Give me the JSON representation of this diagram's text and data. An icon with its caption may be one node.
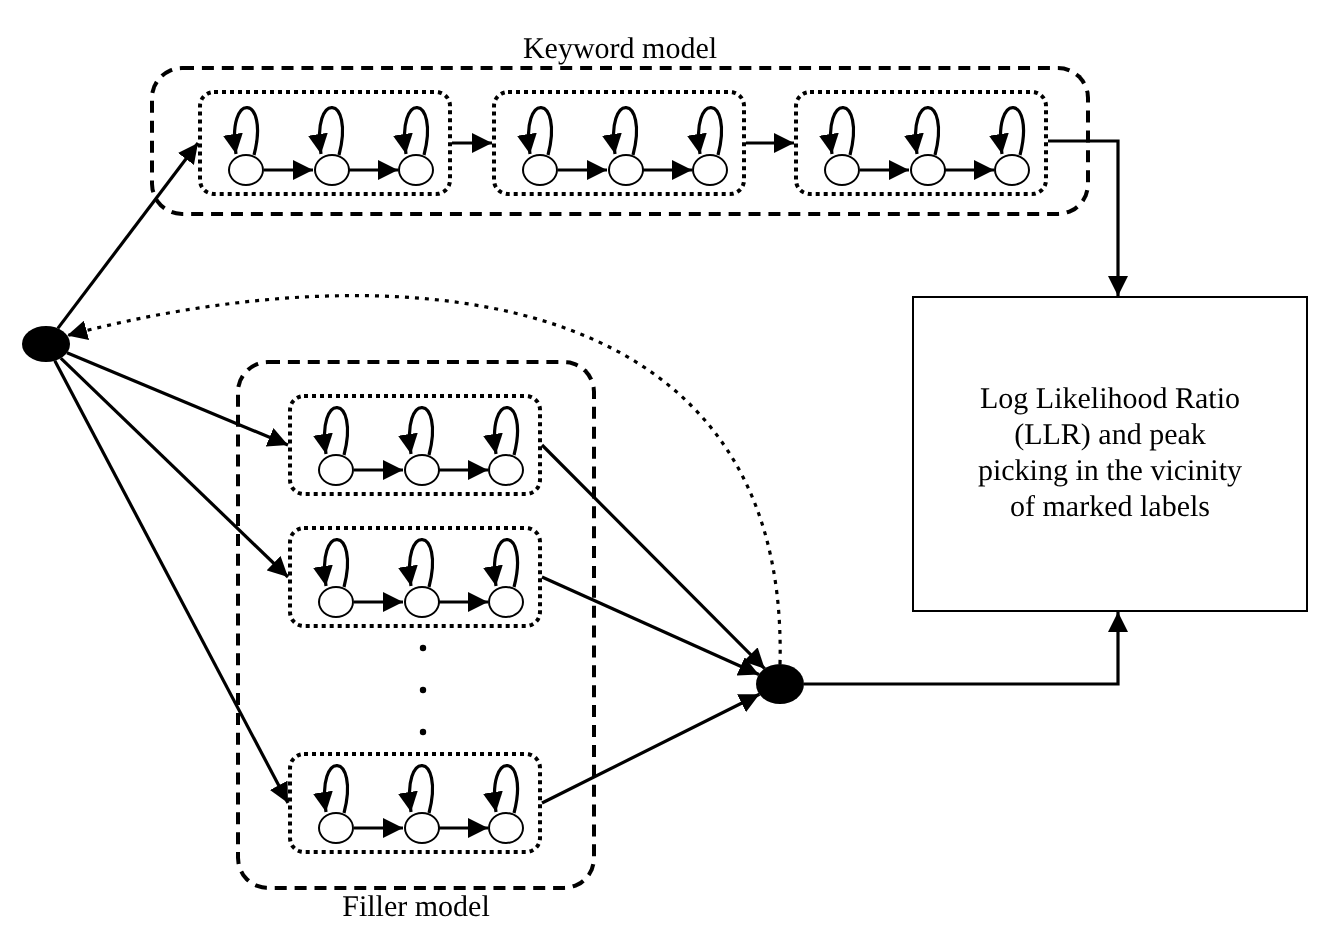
{
  "diagram": {
    "nodes": [
      {
        "text": [
          "Keyword model"
        ]
      },
      {
        "text": [],
        "shape": "box",
        "in": 0
      },
      {
        "text": [],
        "shape": "box",
        "in": 0
      },
      {
        "text": [],
        "shape": "box",
        "in": 0
      },
      {
        "text": [],
        "shape": "circle",
        "in": 1
      },
      {
        "text": [],
        "shape": "circle",
        "in": 1
      },
      {
        "text": [],
        "shape": "circle",
        "in": 1
      },
      {
        "text": [],
        "shape": "circle",
        "in": 2
      },
      {
        "text": [],
        "shape": "circle",
        "in": 2
      },
      {
        "text": [],
        "shape": "circle",
        "in": 2
      },
      {
        "text": [],
        "shape": "circle",
        "in": 3
      },
      {
        "text": [],
        "shape": "circle",
        "in": 3
      },
      {
        "text": [],
        "shape": "circle",
        "in": 3
      },
      {
        "text": [],
        "shape": "circle"
      },
      {
        "text": [
          "Filler model"
        ]
      },
      {
        "text": [],
        "shape": "box",
        "in": 14
      },
      {
        "text": [],
        "shape": "box",
        "in": 14
      },
      {
        "text": [],
        "shape": "box",
        "in": 14
      },
      {
        "text": [],
        "shape": "circle",
        "in": 15
      },
      {
        "text": [],
        "shape": "circle",
        "in": 15
      },
      {
        "text": [],
        "shape": "circle",
        "in": 15
      },
      {
        "text": [],
        "shape": "circle",
        "in": 16
      },
      {
        "text": [],
        "shape": "circle",
        "in": 16
      },
      {
        "text": [],
        "shape": "circle",
        "in": 16
      },
      {
        "text": [],
        "shape": "circle",
        "in": 17
      },
      {
        "text": [],
        "shape": "circle",
        "in": 17
      },
      {
        "text": [],
        "shape": "circle",
        "in": 17
      },
      {
        "text": [],
        "shape": "circle"
      },
      {
        "text": [
          "Log Likelihood Ratio (LLR) and peak picking in the vicinity of marked labels"
        ]
      }
    ],
    "edges": [
      {
        "from": 4,
        "to": 4,
        "arrow": "to"
      },
      {
        "from": 5,
        "to": 5,
        "arrow": "to"
      },
      {
        "from": 6,
        "to": 6,
        "arrow": "to"
      },
      {
        "from": 4,
        "to": 5,
        "arrow": "to"
      },
      {
        "from": 5,
        "to": 6,
        "arrow": "to"
      },
      {
        "from": 7,
        "to": 7,
        "arrow": "to"
      },
      {
        "from": 8,
        "to": 8,
        "arrow": "to"
      },
      {
        "from": 9,
        "to": 9,
        "arrow": "to"
      },
      {
        "from": 7,
        "to": 8,
        "arrow": "to"
      },
      {
        "from": 8,
        "to": 9,
        "arrow": "to"
      },
      {
        "from": 10,
        "to": 10,
        "arrow": "to"
      },
      {
        "from": 11,
        "to": 11,
        "arrow": "to"
      },
      {
        "from": 12,
        "to": 12,
        "arrow": "to"
      },
      {
        "from": 10,
        "to": 11,
        "arrow": "to"
      },
      {
        "from": 11,
        "to": 12,
        "arrow": "to"
      },
      {
        "from": 1,
        "to": 2,
        "arrow": "to"
      },
      {
        "from": 2,
        "to": 3,
        "arrow": "to"
      },
      {
        "from": 3,
        "to": 28,
        "arrow": "to"
      },
      {
        "from": 13,
        "to": 1,
        "arrow": "to"
      },
      {
        "from": 13,
        "to": 15,
        "arrow": "to"
      },
      {
        "from": 13,
        "to": 16,
        "arrow": "to"
      },
      {
        "from": 13,
        "to": 17,
        "arrow": "to"
      },
      {
        "from": 18,
        "to": 18,
        "arrow": "to"
      },
      {
        "from": 19,
        "to": 19,
        "arrow": "to"
      },
      {
        "from": 20,
        "to": 20,
        "arrow": "to"
      },
      {
        "from": 18,
        "to": 19,
        "arrow": "to"
      },
      {
        "from": 19,
        "to": 20,
        "arrow": "to"
      },
      {
        "from": 21,
        "to": 21,
        "arrow": "to"
      },
      {
        "from": 22,
        "to": 22,
        "arrow": "to"
      },
      {
        "from": 23,
        "to": 23,
        "arrow": "to"
      },
      {
        "from": 21,
        "to": 22,
        "arrow": "to"
      },
      {
        "from": 22,
        "to": 23,
        "arrow": "to"
      },
      {
        "from": 24,
        "to": 24,
        "arrow": "to"
      },
      {
        "from": 25,
        "to": 25,
        "arrow": "to"
      },
      {
        "from": 26,
        "to": 26,
        "arrow": "to"
      },
      {
        "from": 24,
        "to": 25,
        "arrow": "to"
      },
      {
        "from": 25,
        "to": 26,
        "arrow": "to"
      },
      {
        "from": 15,
        "to": 27,
        "arrow": "to"
      },
      {
        "from": 16,
        "to": 27,
        "arrow": "to"
      },
      {
        "from": 17,
        "to": 27,
        "arrow": "to"
      },
      {
        "from": 27,
        "to": 28,
        "arrow": "to"
      },
      {
        "from": 27,
        "to": 13,
        "arrow": "to",
        "style": "dashed"
      }
    ]
  }
}
